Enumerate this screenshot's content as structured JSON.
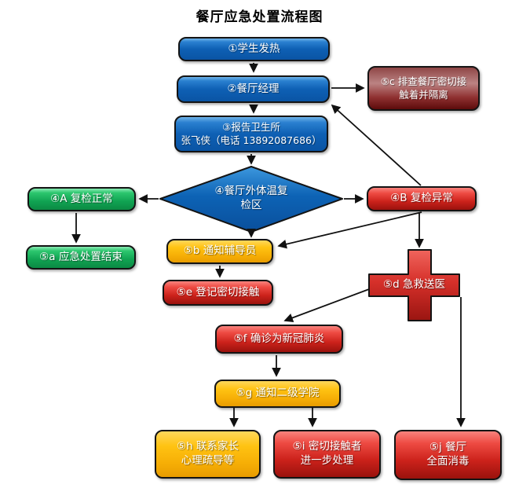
{
  "title": "餐厅应急处置流程图",
  "colors": {
    "box_blue": "#0e60b4",
    "box_green": "#10a352",
    "box_red": "#cc221b",
    "box_dark_red": "#8f3030",
    "box_yellow": "#ffc312",
    "node_text": "#ffffff",
    "arrow": "#111111",
    "background": "#ffffff"
  },
  "nodes": {
    "student_fever": "①学生发热",
    "restaurant_manager": "②餐厅经理",
    "screen_close_contacts": "⑤c 排查餐厅密切接\n触着并隔离",
    "report_clinic": "③报告卫生所\n张飞侠（电话 13892087686）",
    "temperature_recheck_zone": "④餐厅外体温复\n检区",
    "recheck_normal": "④A 复检正常",
    "recheck_abnormal": "④B 复检异常",
    "emergency_end": "⑤a 应急处置结束",
    "notify_counselor": "⑤b 通知辅导员",
    "register_close_contacts": "⑤e 登记密切接触",
    "emergency_hospital": "⑤d 急救送医",
    "confirmed_covid": "⑤f 确诊为新冠肺炎",
    "notify_college": "⑤g 通知二级学院",
    "contact_parents": "⑤h 联系家长\n心理疏导等",
    "contacts_followup": "⑤i 密切接触者\n进一步处理",
    "disinfect_restaurant": "⑤j 餐厅\n全面消毒"
  }
}
